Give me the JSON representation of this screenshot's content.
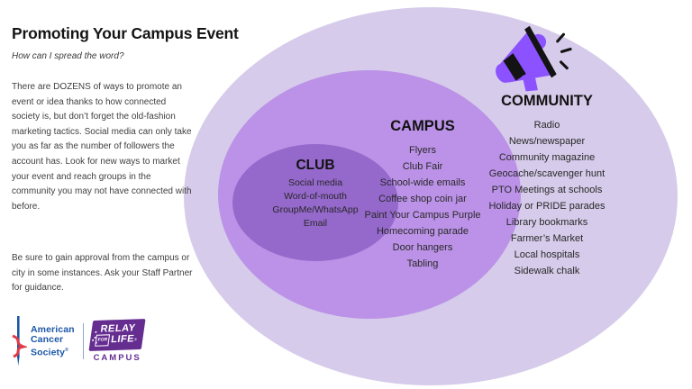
{
  "page": {
    "title": "Promoting Your Campus Event",
    "subtitle": "How can I spread the word?",
    "paragraph1": "There are DOZENS of ways to promote an event or idea thanks to how connected society is, but don’t forget the old-fashion marketing tactics. Social media can only take you as far as the number of followers the account has. Look for new ways to market your event and reach groups in the community you may not have connected with before.",
    "paragraph2": "Be sure to gain approval from the campus or city in some instances. Ask your Staff Partner for guidance."
  },
  "diagram": {
    "type": "concentric-ellipses",
    "rings": [
      {
        "label": "CLUB",
        "color": "#9568CB",
        "items": [
          "Social media",
          "Word-of-mouth",
          "GroupMe/WhatsApp",
          "Email"
        ]
      },
      {
        "label": "CAMPUS",
        "color": "#BB92E7",
        "items": [
          "Flyers",
          "Club Fair",
          "School-wide emails",
          "Coffee shop coin jar",
          "Paint Your Campus Purple",
          "Homecoming parade",
          "Door hangers",
          "Tabling"
        ]
      },
      {
        "label": "COMMUNITY",
        "color": "#D6CBEA",
        "items": [
          "Radio",
          "News/newspaper",
          "Community magazine",
          "Geocache/scavenger hunt",
          "PTO Meetings at schools",
          "Holiday or PRIDE parades",
          "Library bookmarks",
          "Farmer’s Market",
          "Local hospitals",
          "Sidewalk chalk"
        ]
      }
    ]
  },
  "icons": {
    "megaphone": "megaphone-icon",
    "sword": "sword-of-hope-icon"
  },
  "logo": {
    "acs_lines": [
      "American",
      "Cancer",
      "Society"
    ],
    "registered": "®",
    "relay": [
      "RELAY",
      "FOR",
      "LIFE"
    ],
    "campus_label": "CAMPUS"
  },
  "colors": {
    "background": "#FFFFFF",
    "outer_ring": "#D6CBEA",
    "middle_ring": "#BB92E7",
    "inner_ring": "#9568CB",
    "megaphone_purple": "#8C52FF",
    "megaphone_black": "#131313",
    "acs_blue": "#1C57A8",
    "acs_red": "#E23A44",
    "relay_purple": "#662D91",
    "title_text": "#151515",
    "body_text": "#3F3F3F"
  }
}
